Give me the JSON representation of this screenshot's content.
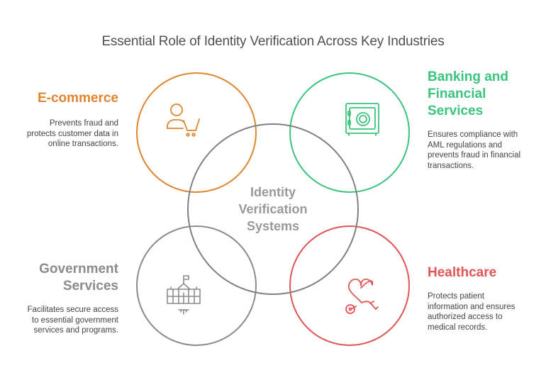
{
  "title": "Essential Role of Identity Verification Across Key Industries",
  "center": {
    "label_line1": "Identity",
    "label_line2": "Verification",
    "label_line3": "Systems",
    "color": "#808080"
  },
  "industries": [
    {
      "id": "ecommerce",
      "heading": "E-commerce",
      "heading_lines": [
        "E-commerce"
      ],
      "description_lines": [
        "Prevents fraud and",
        "protects customer data in",
        "online transactions."
      ],
      "icon": "shopper-cart-icon",
      "color": "#E0862F"
    },
    {
      "id": "banking",
      "heading": "Banking and Financial Services",
      "heading_lines": [
        "Banking and",
        "Financial",
        "Services"
      ],
      "description_lines": [
        "Ensures compliance with",
        "AML regulations and",
        "prevents fraud in financial",
        "transactions."
      ],
      "icon": "safe-icon",
      "color": "#3CC47F"
    },
    {
      "id": "government",
      "heading": "Government Services",
      "heading_lines": [
        "Government",
        "Services"
      ],
      "description_lines": [
        "Facilitates secure access",
        "to essential government",
        "services and programs."
      ],
      "icon": "government-building-icon",
      "color": "#8C8C8C"
    },
    {
      "id": "healthcare",
      "heading": "Healthcare",
      "heading_lines": [
        "Healthcare"
      ],
      "description_lines": [
        "Protects patient",
        "information and ensures",
        "authorized access to",
        "medical records."
      ],
      "icon": "heart-stethoscope-icon",
      "color": "#E05555"
    }
  ]
}
